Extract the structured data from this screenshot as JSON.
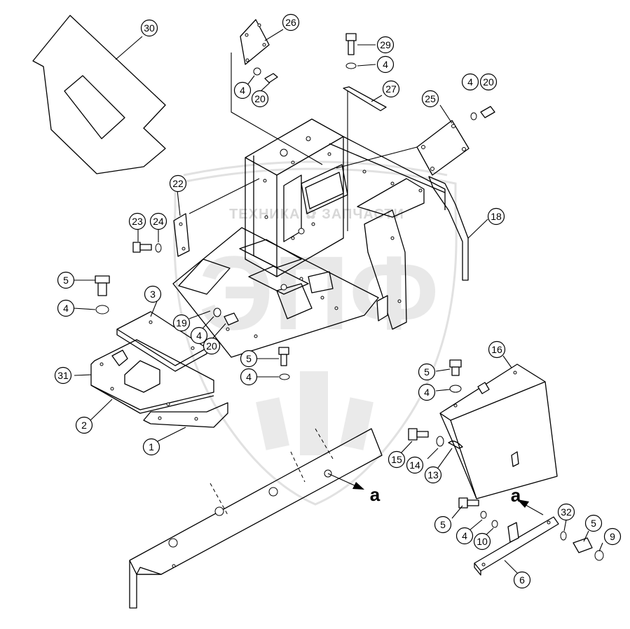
{
  "watermark": {
    "top_text": "ТЕХНИКА ✿ ЗАПЧАСТИ",
    "big_text": "ЭПФ"
  },
  "callouts": [
    {
      "id": "c30",
      "label": "30"
    },
    {
      "id": "c26",
      "label": "26"
    },
    {
      "id": "c29",
      "label": "29"
    },
    {
      "id": "c4a",
      "label": "4"
    },
    {
      "id": "c27",
      "label": "27"
    },
    {
      "id": "c4b",
      "label": "4"
    },
    {
      "id": "c20a",
      "label": "20"
    },
    {
      "id": "c4c",
      "label": "4"
    },
    {
      "id": "c20b",
      "label": "20"
    },
    {
      "id": "c25",
      "label": "25"
    },
    {
      "id": "c22",
      "label": "22"
    },
    {
      "id": "c18",
      "label": "18"
    },
    {
      "id": "c23",
      "label": "23"
    },
    {
      "id": "c24",
      "label": "24"
    },
    {
      "id": "c5a",
      "label": "5"
    },
    {
      "id": "c4d",
      "label": "4"
    },
    {
      "id": "c3",
      "label": "3"
    },
    {
      "id": "c19",
      "label": "19"
    },
    {
      "id": "c4e",
      "label": "4"
    },
    {
      "id": "c20c",
      "label": "20"
    },
    {
      "id": "c31",
      "label": "31"
    },
    {
      "id": "c5b",
      "label": "5"
    },
    {
      "id": "c4f",
      "label": "4"
    },
    {
      "id": "c2",
      "label": "2"
    },
    {
      "id": "c1",
      "label": "1"
    },
    {
      "id": "c16",
      "label": "16"
    },
    {
      "id": "c5c",
      "label": "5"
    },
    {
      "id": "c4g",
      "label": "4"
    },
    {
      "id": "c15",
      "label": "15"
    },
    {
      "id": "c14",
      "label": "14"
    },
    {
      "id": "c13",
      "label": "13"
    },
    {
      "id": "c5d",
      "label": "5"
    },
    {
      "id": "c4h",
      "label": "4"
    },
    {
      "id": "c10",
      "label": "10"
    },
    {
      "id": "c32",
      "label": "32"
    },
    {
      "id": "c5e",
      "label": "5"
    },
    {
      "id": "c9",
      "label": "9"
    },
    {
      "id": "c6",
      "label": "6"
    }
  ],
  "reference_marks": {
    "a_left": "a",
    "a_right": "a"
  }
}
